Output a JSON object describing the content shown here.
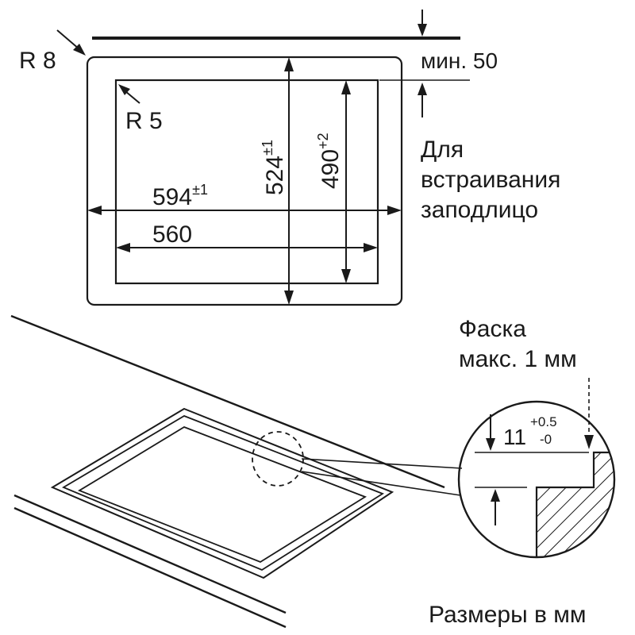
{
  "top_view": {
    "corner_outer": "R 8",
    "corner_inner": "R 5",
    "clearance": "мин. 50",
    "width_outer": {
      "value": "594",
      "tolerance": "±1"
    },
    "width_inner": {
      "value": "560"
    },
    "depth_outer": {
      "value": "524",
      "tolerance": "±1"
    },
    "depth_inner": {
      "value": "490",
      "tolerance": "+2"
    },
    "note_lines": [
      "Для",
      "встраивания",
      "заподлицо"
    ]
  },
  "detail_view": {
    "chamfer_lines": [
      "Фаска",
      "макс. 1 мм"
    ],
    "depth": {
      "value": "11",
      "tol_upper": "+0.5",
      "tol_lower": "-0"
    }
  },
  "units_note": "Размеры в мм",
  "colors": {
    "ink": "#1a1a1a",
    "background": "#ffffff"
  }
}
